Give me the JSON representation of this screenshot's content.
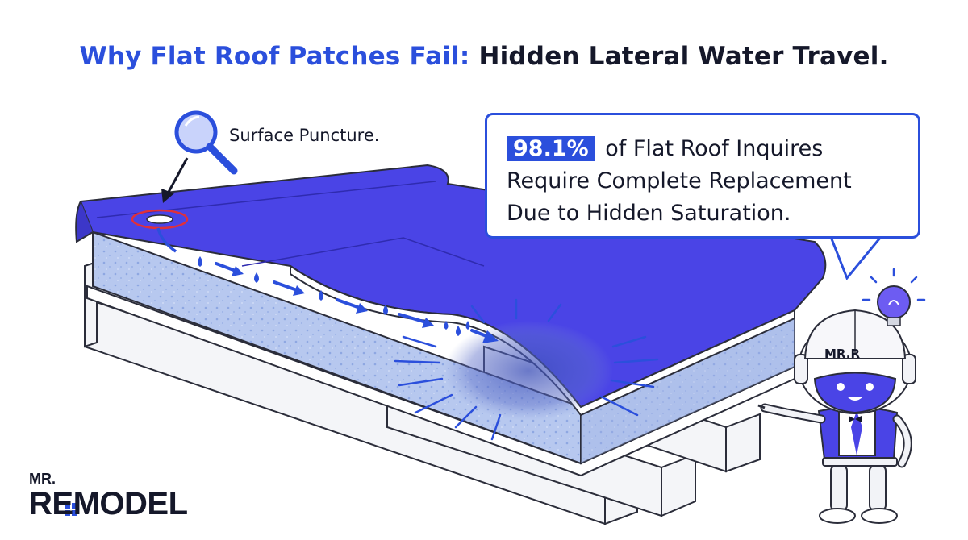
{
  "title": {
    "accent": "Why Flat Roof Patches Fail:",
    "main": " Hidden Lateral Water Travel."
  },
  "puncture_label": "Surface Puncture.",
  "callout": {
    "highlight": "98.1%",
    "line1_rest": "of Flat Roof Inquires",
    "line2": "Require Complete Replacement",
    "line3": "Due to Hidden Saturation."
  },
  "mascot_badge": "MR.R",
  "logo": {
    "small": "MR.",
    "big": "REMODEL"
  },
  "colors": {
    "brand_blue": "#2b4fdc",
    "membrane": "#4a44e6",
    "insulation": "#b7c8ef",
    "dark_text": "#15182a",
    "puncture_ring": "#e0303a"
  },
  "icons": [
    "magnifier-icon",
    "lightbulb-icon",
    "water-drop-icon",
    "arrow-icon"
  ]
}
